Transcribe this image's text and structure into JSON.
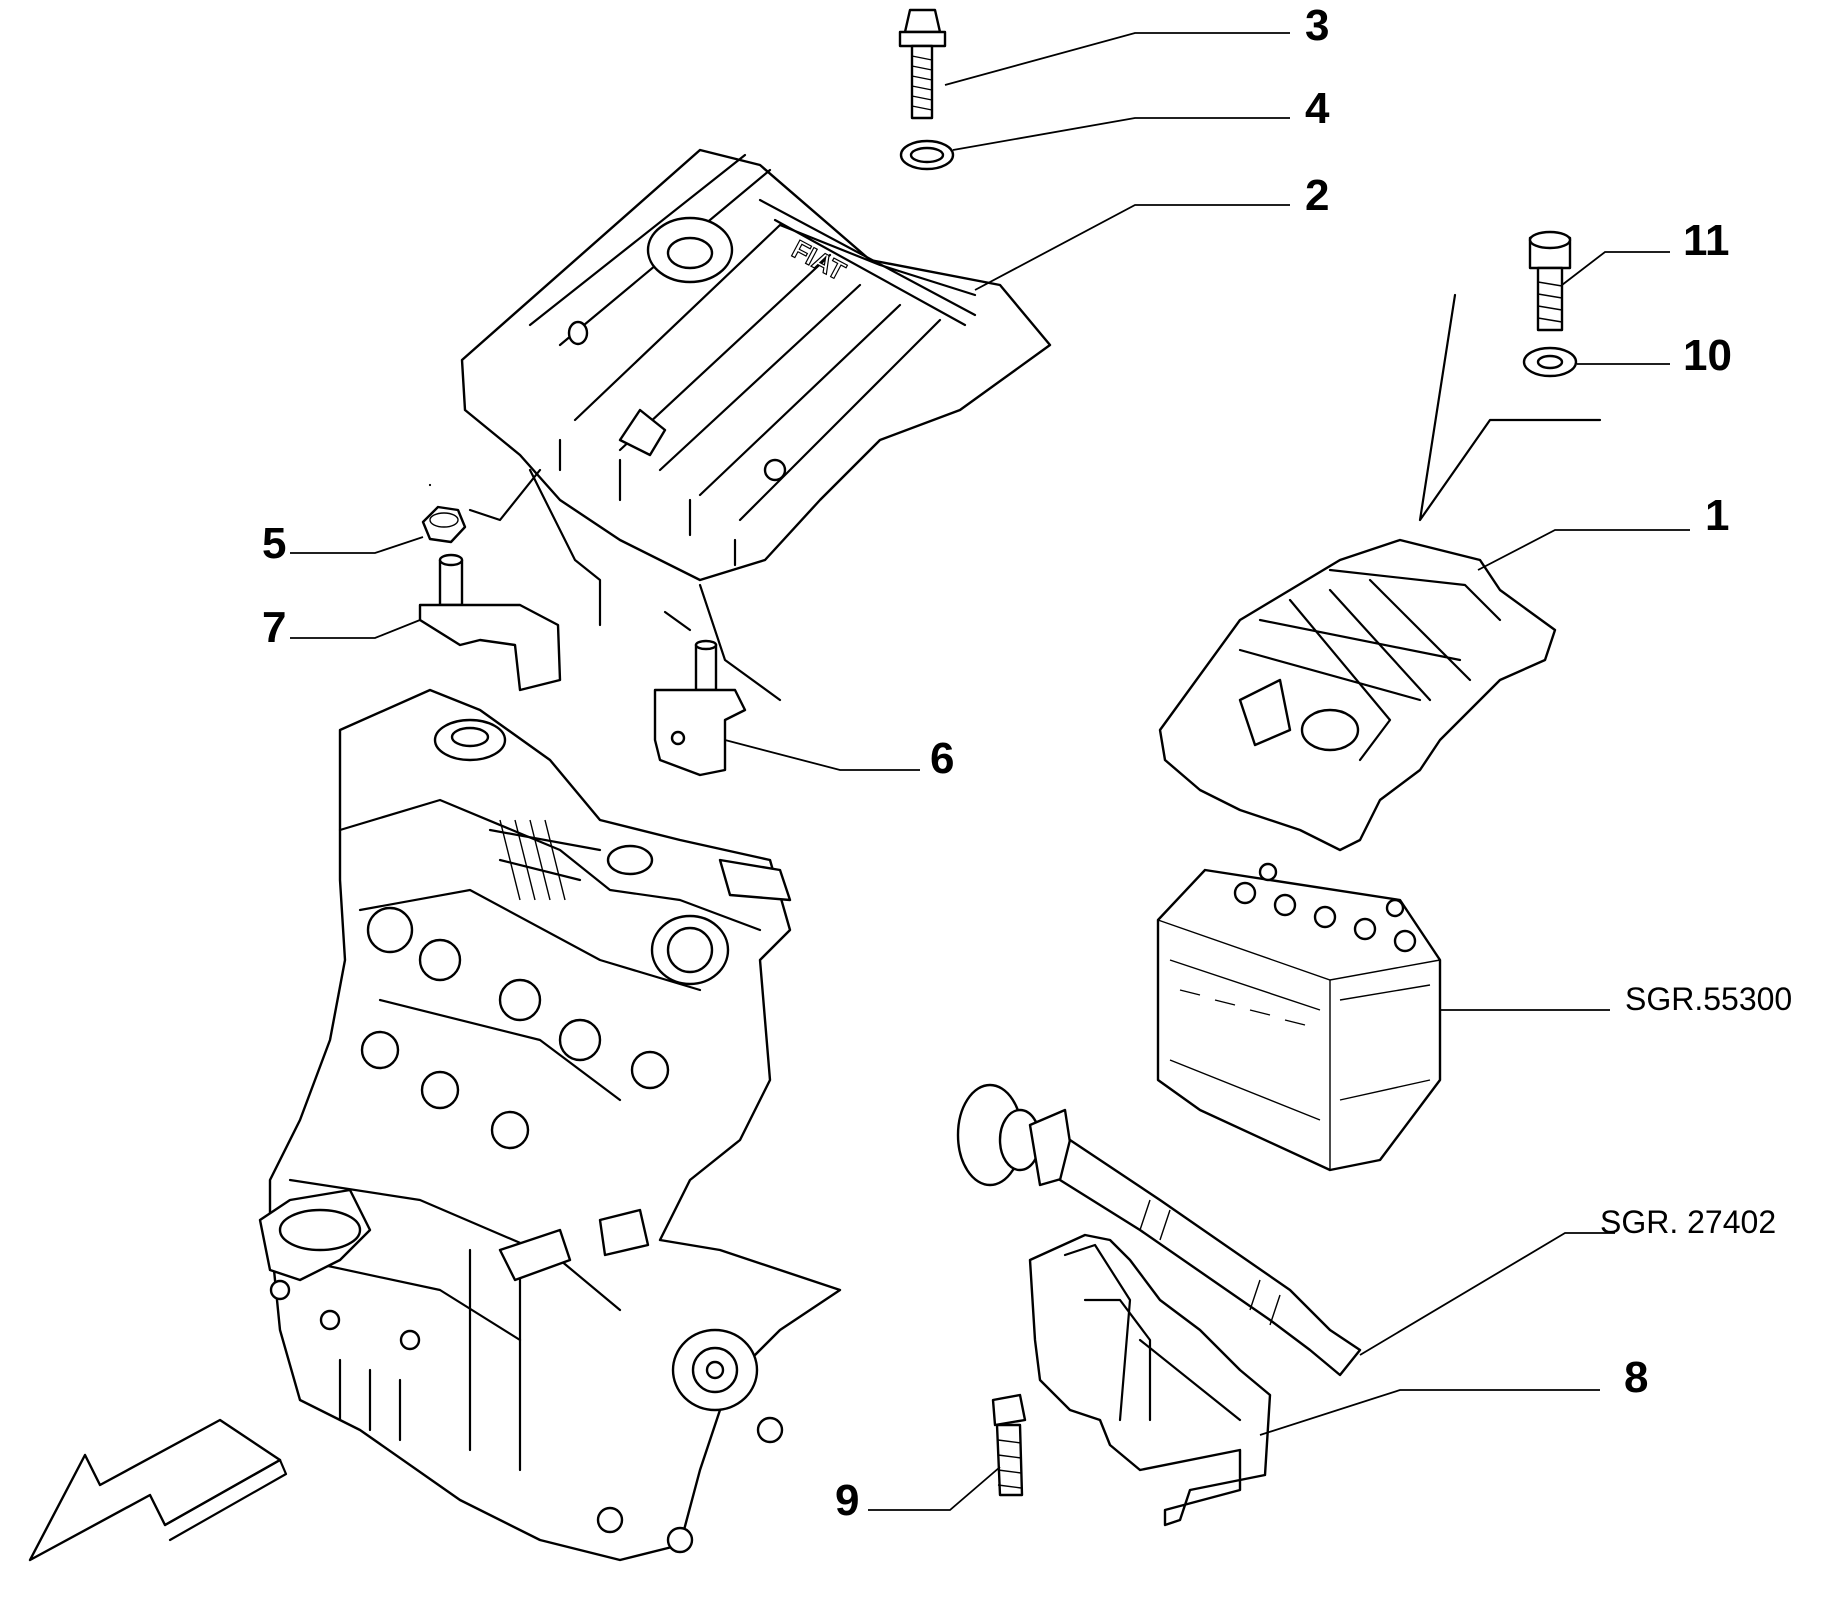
{
  "callouts": [
    {
      "id": "3",
      "label": "3"
    },
    {
      "id": "4",
      "label": "4"
    },
    {
      "id": "2",
      "label": "2"
    },
    {
      "id": "11",
      "label": "11"
    },
    {
      "id": "10",
      "label": "10"
    },
    {
      "id": "1",
      "label": "1"
    },
    {
      "id": "5",
      "label": "5"
    },
    {
      "id": "7",
      "label": "7"
    },
    {
      "id": "6",
      "label": "6"
    },
    {
      "id": "8",
      "label": "8"
    },
    {
      "id": "9",
      "label": "9"
    }
  ],
  "references": {
    "battery": "SGR.55300",
    "driveshaft": "SGR. 27402"
  },
  "cover_logo": "FIAT"
}
